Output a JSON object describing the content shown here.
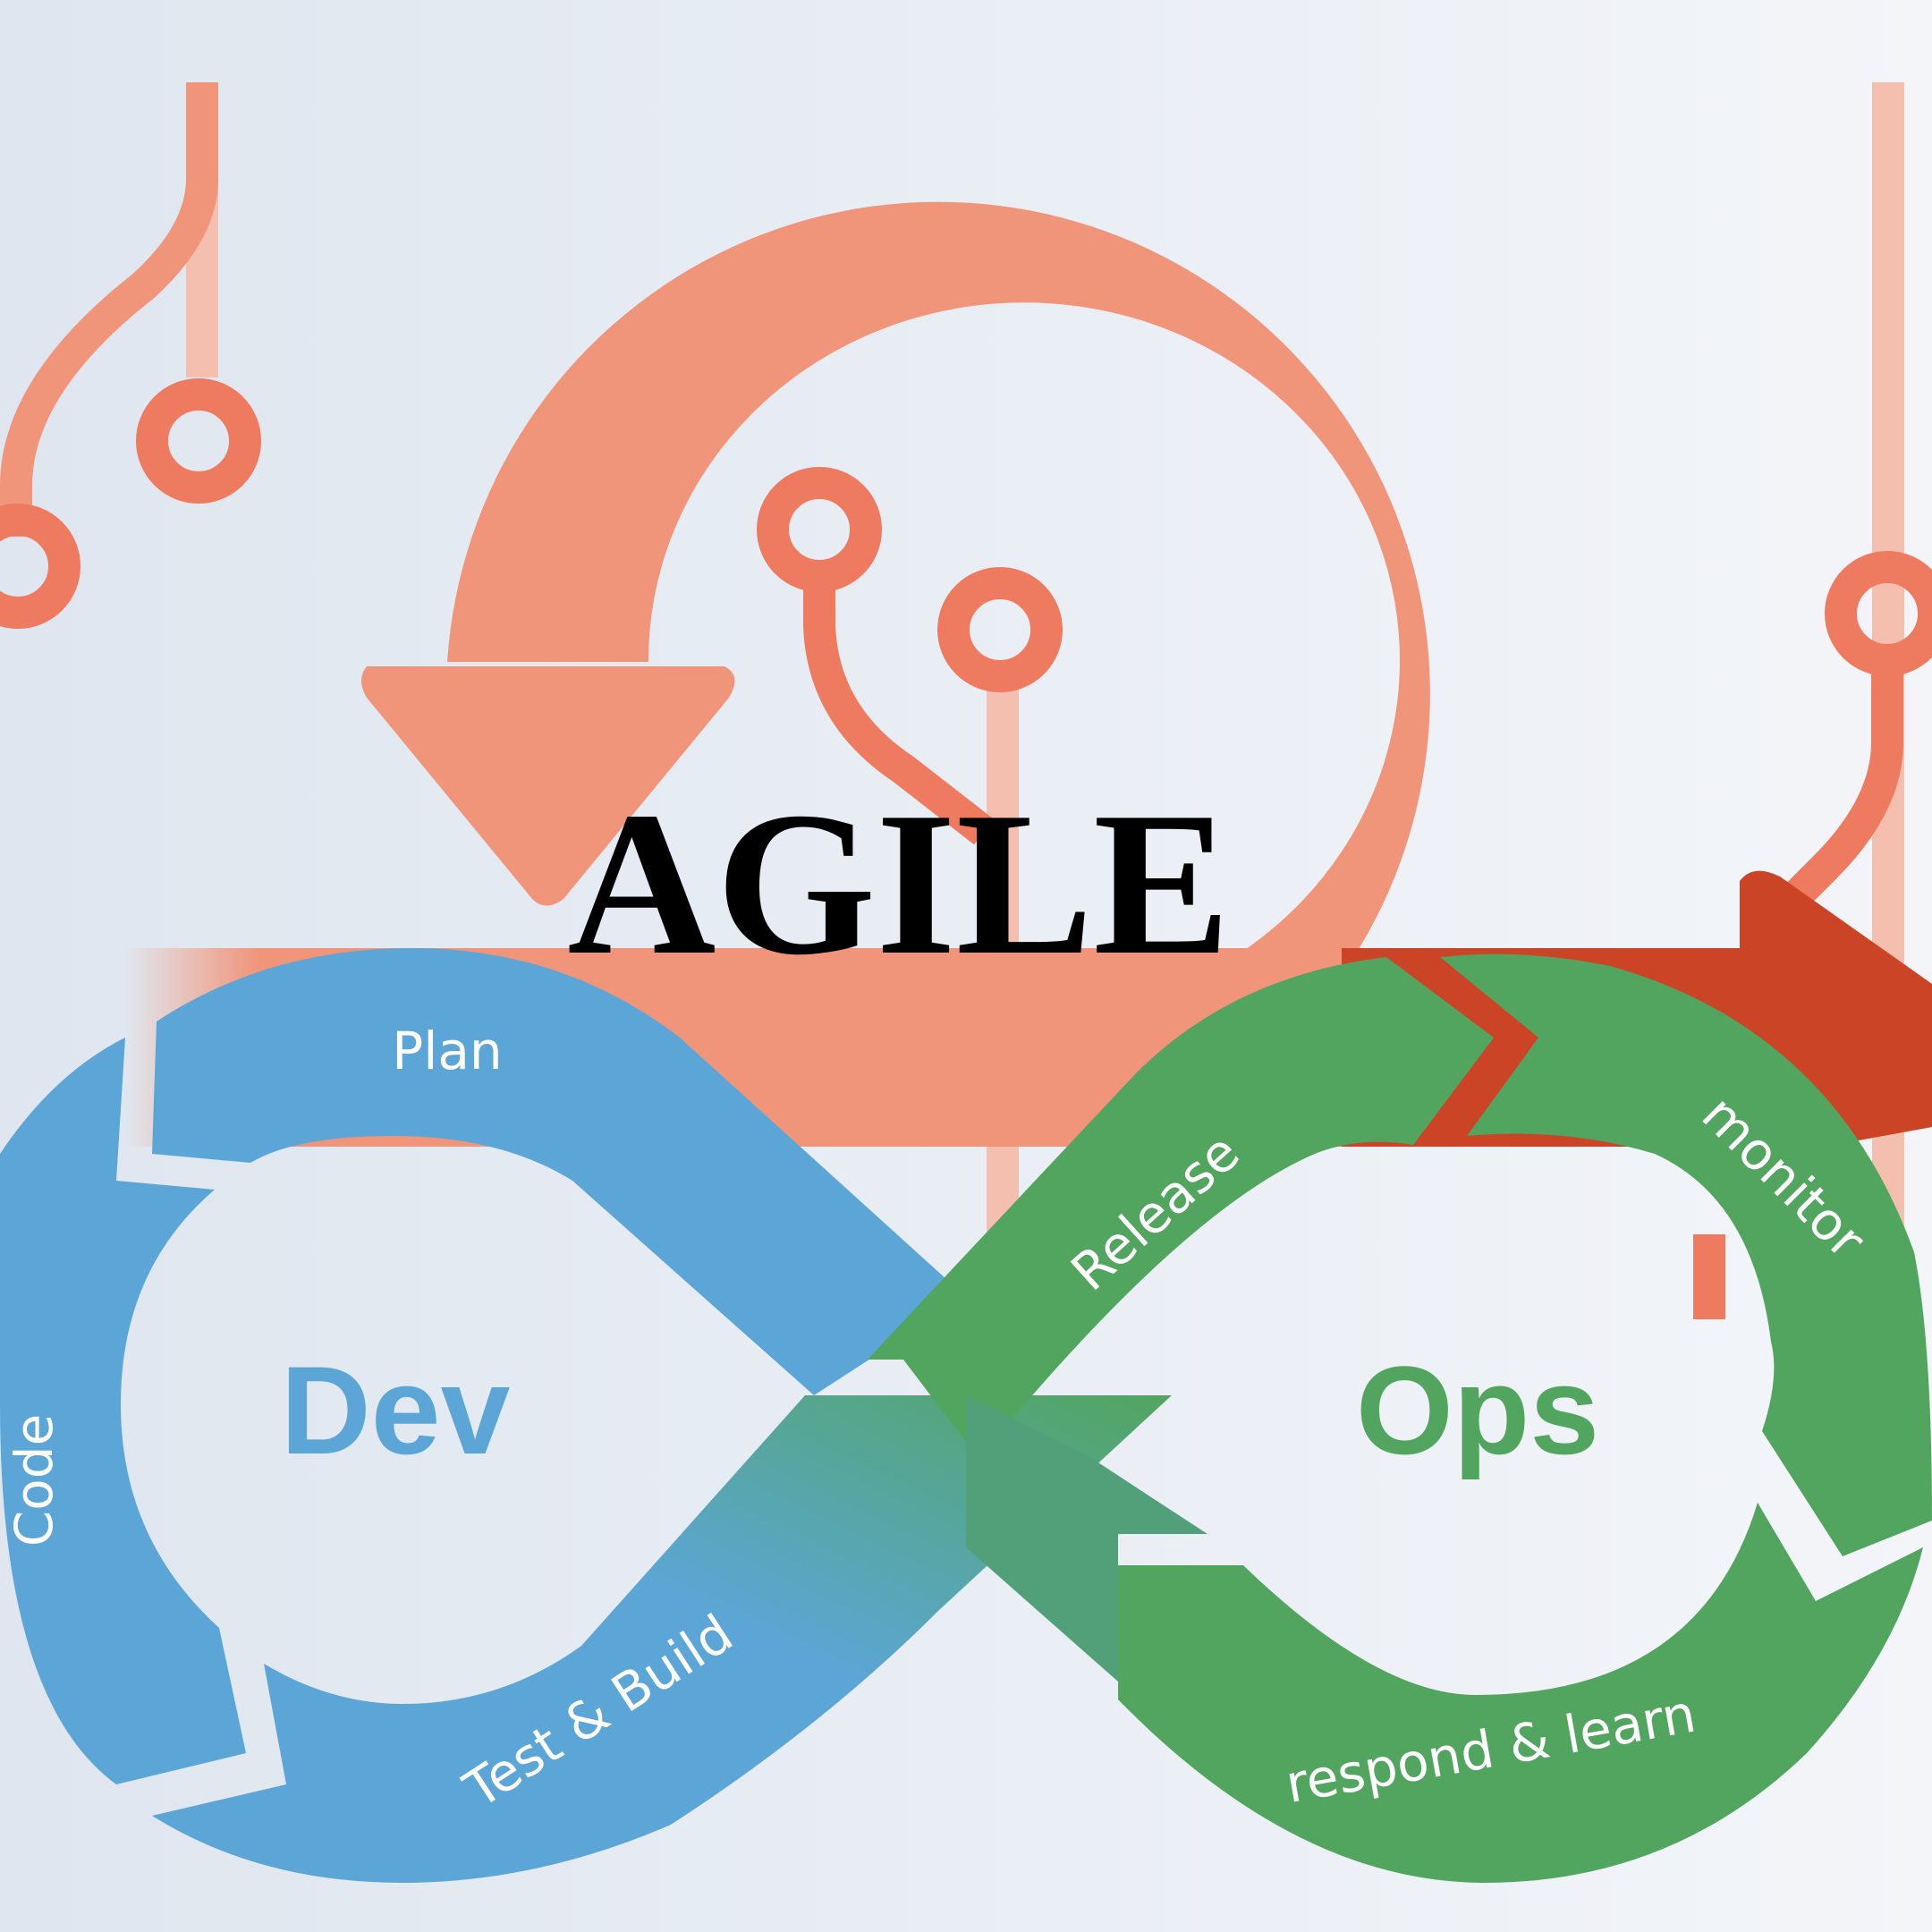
{
  "title": "AGILE",
  "dev": {
    "label": "Dev",
    "color": "#5ba6d6",
    "stages": [
      "Plan",
      "Code",
      "Test & Build"
    ]
  },
  "ops": {
    "label": "Ops",
    "color": "#52a55e",
    "stages": [
      "Release",
      "monitor",
      "respond & learn"
    ]
  },
  "colors": {
    "agile_arrow": "#f0957a",
    "circuit": "#ee7b60",
    "circuit_light": "#f5bfb0",
    "forward_arrow": "#cc4426",
    "background": "#e6ebf2"
  }
}
